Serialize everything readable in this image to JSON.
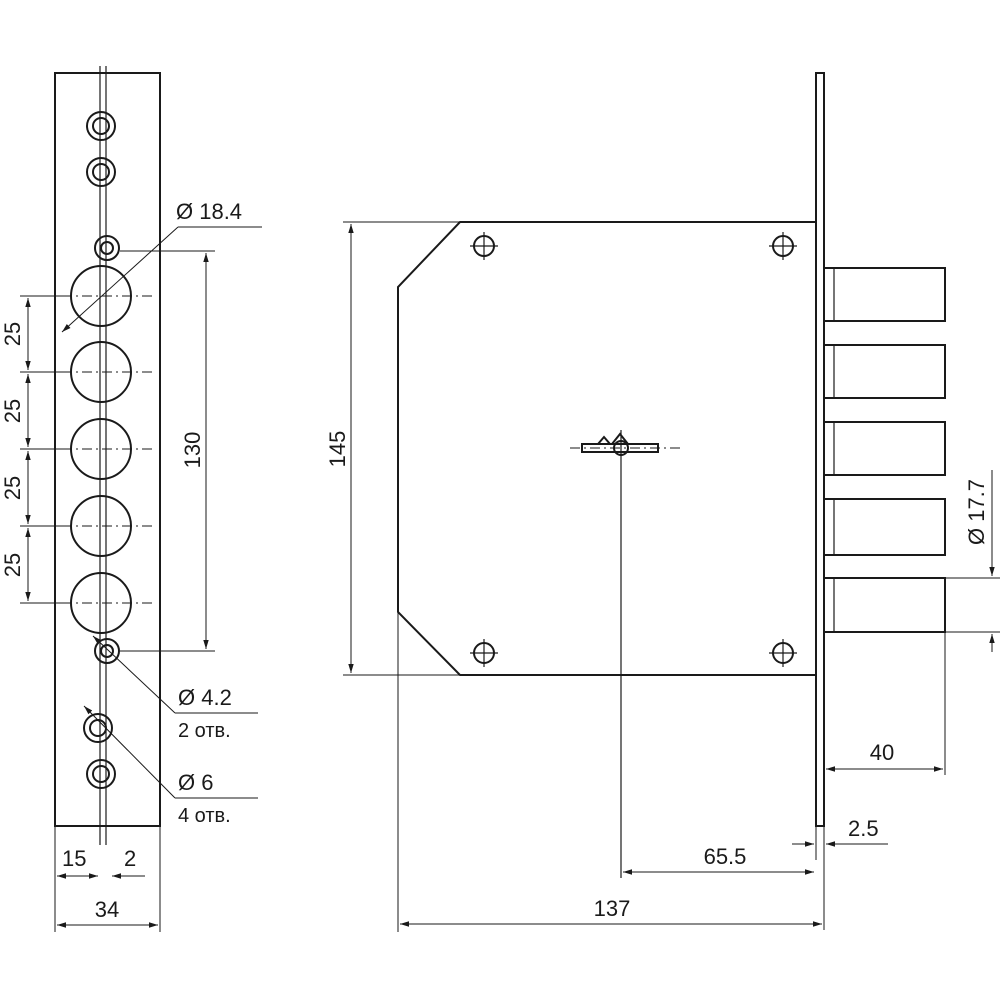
{
  "labels": {
    "dia_cylinder": "Ø 18.4",
    "pitch_1": "25",
    "pitch_2": "25",
    "pitch_3": "25",
    "pitch_4": "25",
    "height_130": "130",
    "dia_small_holes": "Ø 4.2",
    "small_holes_count": "2 отв.",
    "dia_mount_holes": "Ø 6",
    "mount_holes_count": "4 отв.",
    "faceplate_15": "15",
    "faceplate_2": "2",
    "faceplate_width": "34",
    "body_height": "145",
    "bolt_dia": "Ø 17.7",
    "bolt_throw": "40",
    "plate_thickness": "2.5",
    "backset": "65.5",
    "body_depth": "137"
  },
  "colors": {
    "line": "#1a1a1a",
    "background": "#ffffff"
  }
}
